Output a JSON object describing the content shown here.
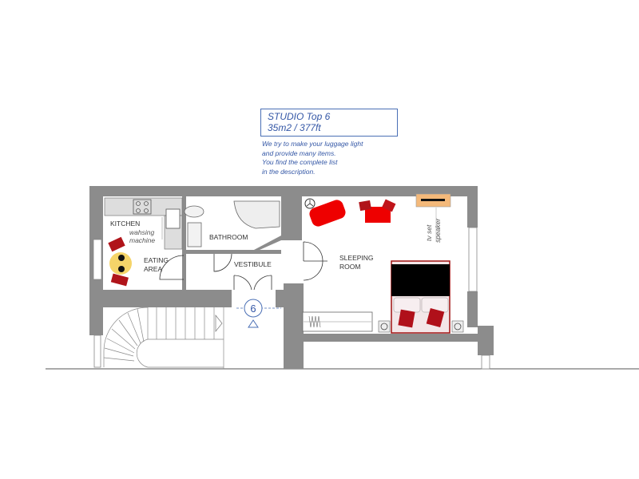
{
  "title": {
    "line1": "STUDIO Top 6",
    "line2": "35m2 / 377ft"
  },
  "note": [
    "We try to make your luggage light",
    "and provide many items.",
    "You find the complete list",
    "in the description."
  ],
  "rooms": {
    "kitchen": "KITCHEN",
    "washing1": "wahsing",
    "washing2": "machine",
    "eating1": "EATING",
    "eating2": "AREA",
    "bathroom": "BATHROOM",
    "vestibule": "VESTIBULE",
    "sleeping1": "SLEEPING",
    "sleeping2": "ROOM",
    "tv": "tv set",
    "speaker": "speaker"
  },
  "unit_marker": "6",
  "colors": {
    "wall": "#8c8c8c",
    "accent": "#3457a6",
    "furniture": "#d00000",
    "table": "#f5d469",
    "tv": "#f4b97a"
  }
}
